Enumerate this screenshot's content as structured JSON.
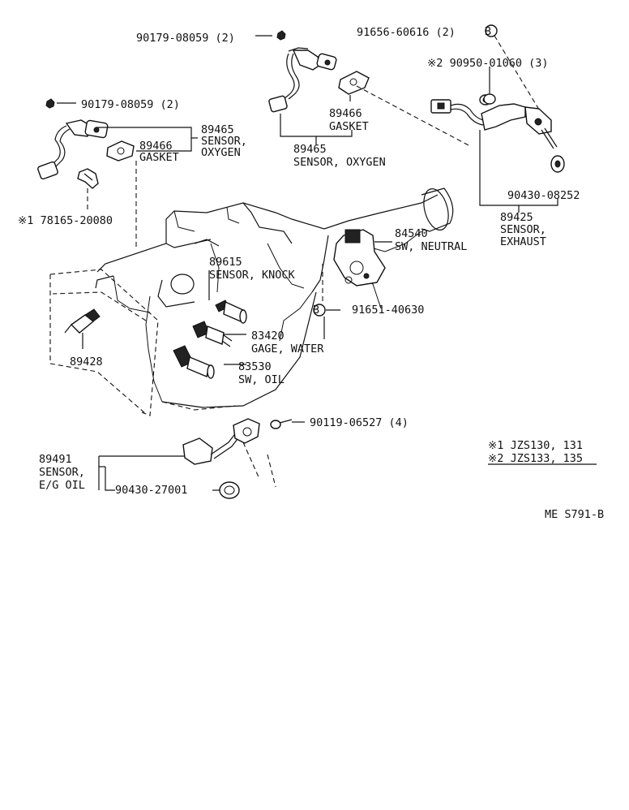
{
  "labels": {
    "bolt_top": "90179-08059 (2)",
    "plug_top": "91656-60616 (2)",
    "mark_b": "B",
    "nut_star2": "※2 90950-01060 (3)",
    "bolt_left": "90179-08059 (2)",
    "o2_left_num": "89465",
    "o2_left_name1": "SENSOR,",
    "o2_left_name2": "OXYGEN",
    "gasket_left_num": "89466",
    "gasket_left_name": "GASKET",
    "gasket_center_num": "89466",
    "gasket_center_name": "GASKET",
    "o2_center_num": "89465",
    "o2_center_name": "SENSOR, OXYGEN",
    "washer_exh": "90430-08252",
    "exh_num": "89425",
    "exh_name1": "SENSOR,",
    "exh_name2": "EXHAUST",
    "clip_star1": "※1  78165-20080",
    "neutral_num": "84540",
    "neutral_name": "SW, NEUTRAL",
    "knock_num": "89615",
    "knock_name": "SENSOR, KNOCK",
    "plug_mid": "91651-40630",
    "water_num": "83420",
    "water_name": "GAGE, WATER",
    "left_sensor_num": "89428",
    "oil_sw_num": "83530",
    "oil_sw_name": "SW, OIL",
    "bolt_oil": "90119-06527 (4)",
    "oil_sensor_num": "89491",
    "oil_sensor_name1": "SENSOR,",
    "oil_sensor_name2": "E/G OIL",
    "washer_oil": "90430-27001",
    "note1": "※1  JZS130, 131",
    "note2": "※2  JZS133, 135",
    "page_code": "ME  S791-B"
  }
}
